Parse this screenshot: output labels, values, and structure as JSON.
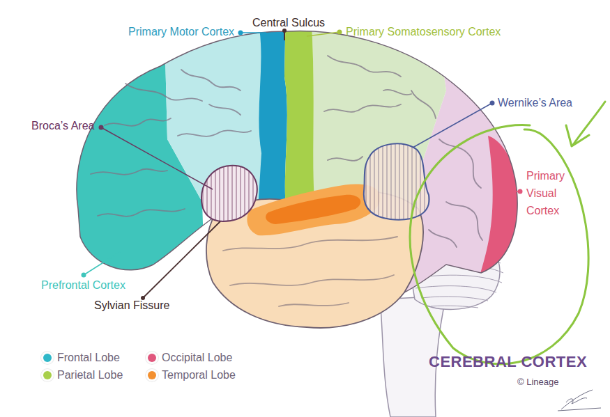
{
  "diagram": {
    "title": "CEREBRAL CORTEX",
    "labels": [
      "Primary Motor Cortex",
      "Central Sulcus",
      "Primary Somatosensory Cortex",
      "Wernike’s Area",
      "Broca’s Area",
      "Primary Visual Cortex",
      "Prefrontal Cortex",
      "Sylvian Fissure",
      "© Lineage"
    ],
    "legend": [
      {
        "text": "Frontal Lobe",
        "color": "#2fb7c8"
      },
      {
        "text": "Occipital Lobe",
        "color": "#e0577d"
      },
      {
        "text": "Parietal Lobe",
        "color": "#a8cf4a"
      },
      {
        "text": "Temporal Lobe",
        "color": "#f39030"
      }
    ]
  }
}
